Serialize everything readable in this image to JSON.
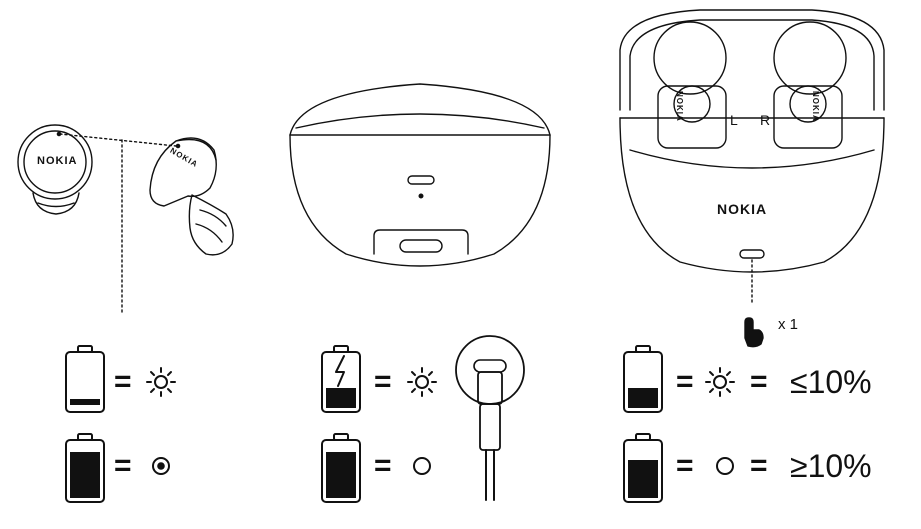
{
  "brand": {
    "name": "NOKIA"
  },
  "earbud_markings": {
    "left": "L",
    "right": "R"
  },
  "press": {
    "count_label": "x 1"
  },
  "symbols": {
    "equals": "="
  },
  "panels": {
    "earbuds": {
      "rows": [
        {
          "battery": "low",
          "light": "blinking"
        },
        {
          "battery": "full",
          "light": "on-steady"
        }
      ]
    },
    "charging": {
      "rows": [
        {
          "battery": "charging",
          "light": "blinking"
        },
        {
          "battery": "full",
          "light": "off"
        }
      ],
      "connector": "usb-c"
    },
    "case_status": {
      "rows": [
        {
          "battery": "low",
          "light": "blinking",
          "threshold": "≤10%"
        },
        {
          "battery": "full",
          "light": "off",
          "threshold": "≥10%"
        }
      ]
    }
  }
}
